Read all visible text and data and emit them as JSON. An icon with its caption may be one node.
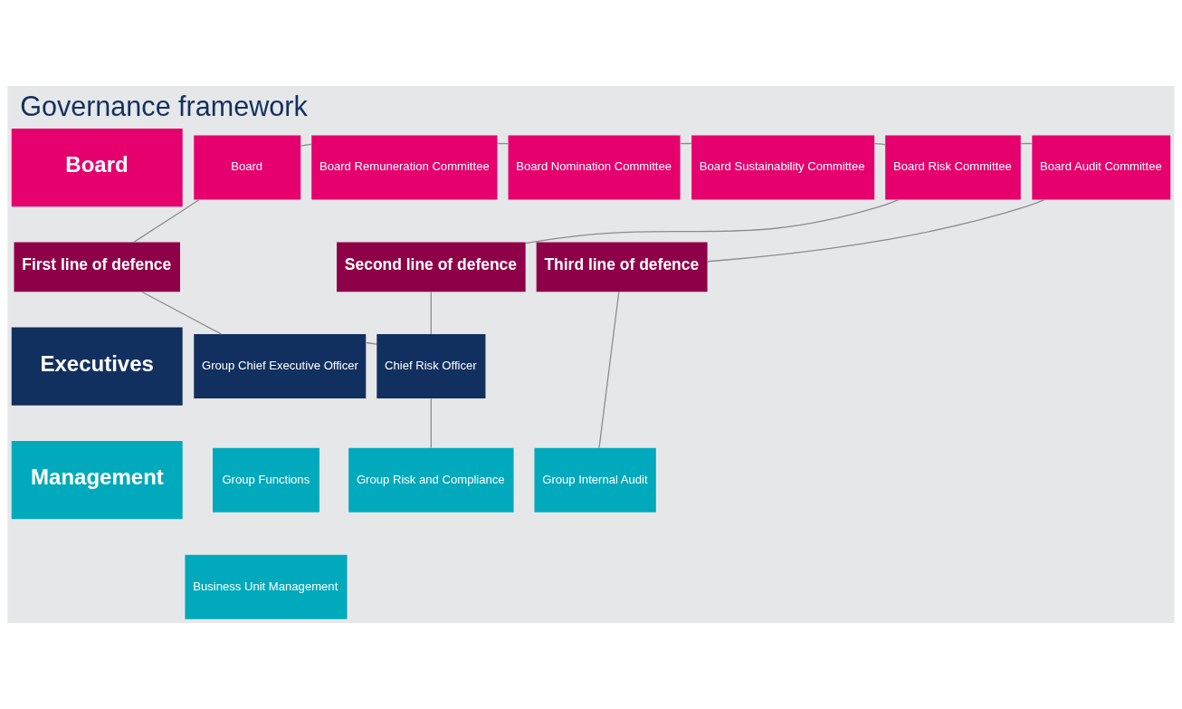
{
  "diagram": {
    "title": "Governance framework",
    "nodes": [
      {
        "text": [
          "Board"
        ]
      },
      {
        "text": [
          "Board"
        ]
      },
      {
        "text": [
          "Board Remuneration Committee"
        ]
      },
      {
        "text": [
          "Board Nomination Committee"
        ]
      },
      {
        "text": [
          "Board Sustainability Committee"
        ]
      },
      {
        "text": [
          "Board Risk Committee"
        ]
      },
      {
        "text": [
          "Board Audit Committee"
        ]
      },
      {
        "text": [
          "First line of defence"
        ]
      },
      {
        "text": [
          "Second line of defence"
        ]
      },
      {
        "text": [
          "Third line of defence"
        ]
      },
      {
        "text": [
          "Executives"
        ]
      },
      {
        "text": [
          "Group Chief Executive Officer"
        ]
      },
      {
        "text": [
          "Chief Risk Officer"
        ]
      },
      {
        "text": [
          "Management"
        ]
      },
      {
        "text": [
          "Group Functions"
        ]
      },
      {
        "text": [
          "Business Unit Management"
        ]
      },
      {
        "text": [
          "Group Risk and Compliance"
        ]
      },
      {
        "text": [
          "Group Internal Audit"
        ]
      }
    ],
    "edges": [
      {
        "from": 1,
        "to": 2,
        "arrow": "none"
      },
      {
        "from": 2,
        "to": 3,
        "arrow": "none"
      },
      {
        "from": 3,
        "to": 4,
        "arrow": "none"
      },
      {
        "from": 4,
        "to": 5,
        "arrow": "none"
      },
      {
        "from": 5,
        "to": 6,
        "arrow": "none"
      },
      {
        "from": 1,
        "to": 7,
        "arrow": "none"
      },
      {
        "from": 7,
        "to": 11,
        "arrow": "none"
      },
      {
        "from": 11,
        "to": 12,
        "arrow": "none"
      },
      {
        "from": 5,
        "to": 8,
        "arrow": "none"
      },
      {
        "from": 8,
        "to": 12,
        "arrow": "none"
      },
      {
        "from": 12,
        "to": 16,
        "arrow": "none"
      },
      {
        "from": 6,
        "to": 9,
        "arrow": "none"
      },
      {
        "from": 9,
        "to": 17,
        "arrow": "none"
      }
    ]
  }
}
